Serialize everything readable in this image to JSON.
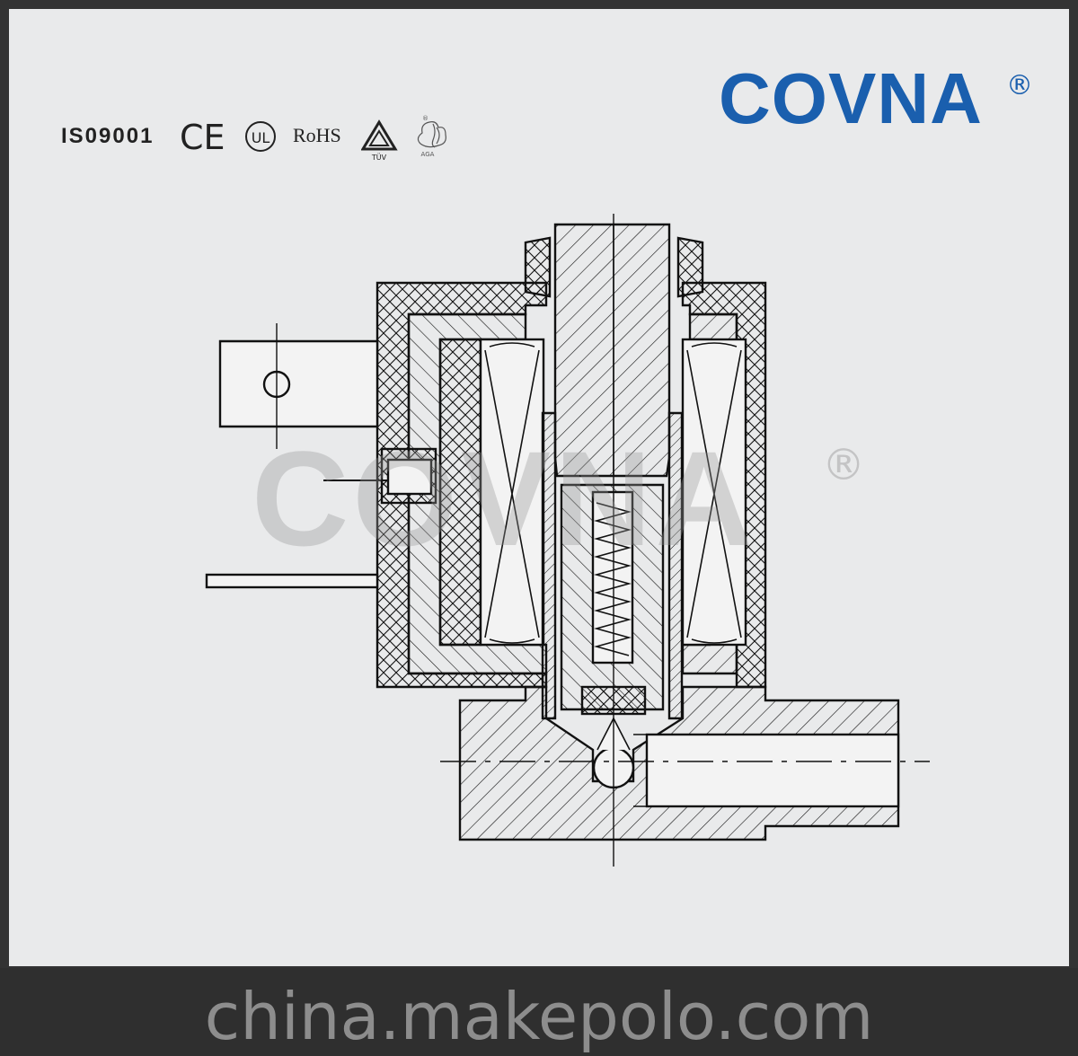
{
  "brand": {
    "name": "COVNA",
    "registered_mark": "®",
    "color": "#1a5fae"
  },
  "certifications": {
    "iso": "IS09001",
    "ce": "CE",
    "ul": "UL",
    "rohs": "RoHS",
    "tuv": "TÜV",
    "aga": "AGA"
  },
  "watermark": {
    "text": "COVNA",
    "registered_mark": "®"
  },
  "footer": {
    "text": "china.makepolo.com"
  },
  "colors": {
    "panel_bg": "#e9eaeb",
    "frame": "#333333",
    "line": "#111111",
    "footer_text": "#8d8d8d"
  }
}
